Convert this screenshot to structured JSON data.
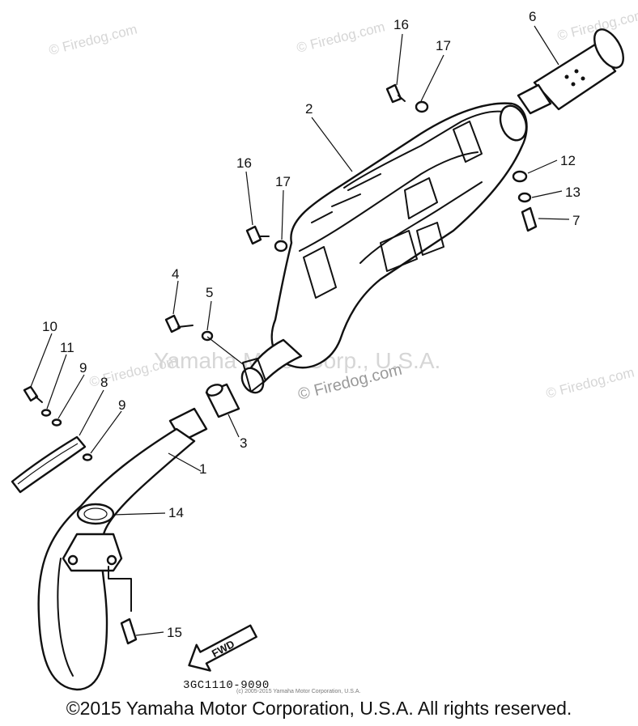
{
  "watermarks": {
    "brand": "© Firedog.com",
    "corporate": "Yamaha Motor Corp., U.S.A.",
    "center": "© Firedog.com"
  },
  "callouts": [
    "1",
    "2",
    "3",
    "4",
    "5",
    "6",
    "7",
    "8",
    "9",
    "10",
    "11",
    "12",
    "13",
    "14",
    "15",
    "16",
    "17"
  ],
  "part_code": "3GC1110-9090",
  "small_copyright": "(c) 2005-2015 Yamaha Motor Corporation, U.S.A.",
  "fwd_label": "FWD",
  "footer": "©2015 Yamaha Motor Corporation, U.S.A. All rights reserved."
}
